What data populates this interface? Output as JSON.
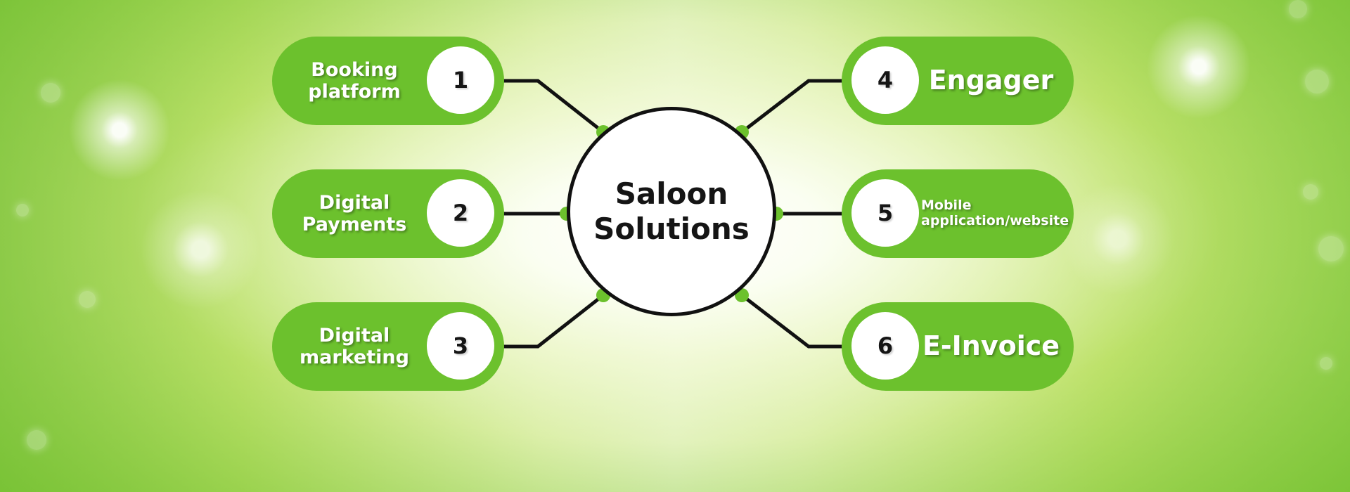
{
  "diagram": {
    "center_title": "Saloon\nSolutions",
    "items": [
      {
        "number": "1",
        "label": "Booking\nplatform"
      },
      {
        "number": "2",
        "label": "Digital\nPayments"
      },
      {
        "number": "3",
        "label": "Digital\nmarketing"
      },
      {
        "number": "4",
        "label": "Engager"
      },
      {
        "number": "5",
        "label": "Mobile\napplication/website"
      },
      {
        "number": "6",
        "label": "E-Invoice"
      }
    ]
  },
  "colors": {
    "accent_green": "#6cc12d",
    "connector_black": "#111111",
    "badge_white": "#ffffff"
  }
}
